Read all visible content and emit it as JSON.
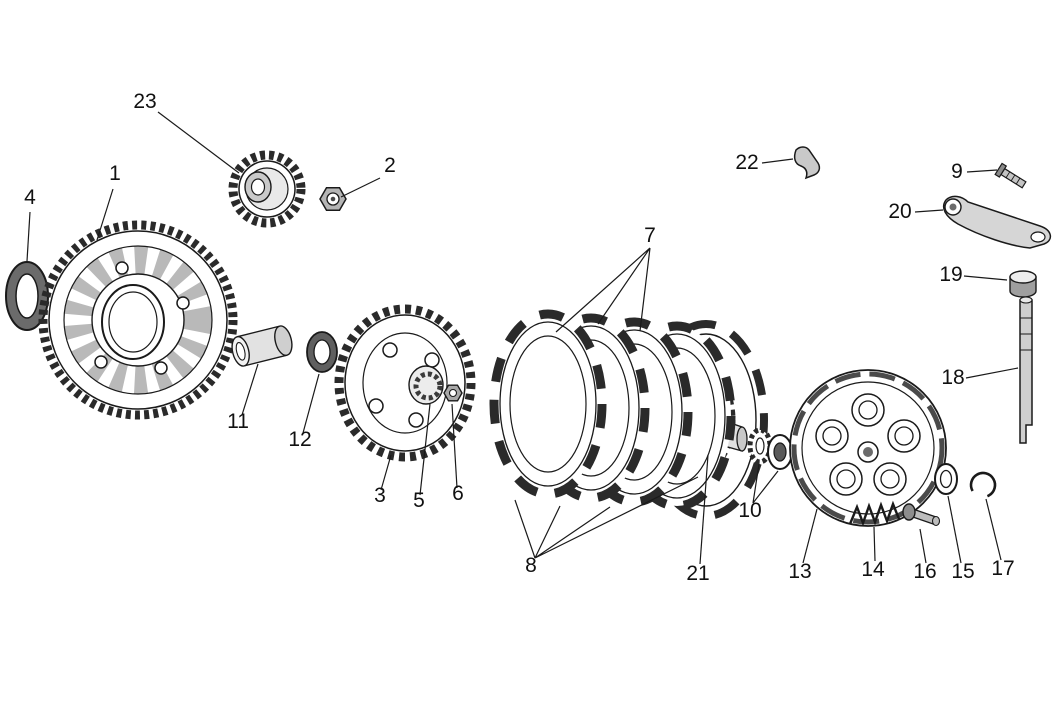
{
  "diagram": {
    "kind": "exploded-parts-diagram",
    "subject": "clutch-assembly",
    "background_color": "#ffffff",
    "line_color": "#1a1a1a",
    "parts": [
      {
        "number": "1",
        "name": "clutch-basket-gear"
      },
      {
        "number": "2",
        "name": "hex-nut"
      },
      {
        "number": "3",
        "name": "clutch-drum"
      },
      {
        "number": "4",
        "name": "oil-seal"
      },
      {
        "number": "5",
        "name": "hub-spacer"
      },
      {
        "number": "6",
        "name": "hub-nut"
      },
      {
        "number": "7",
        "name": "friction-plates"
      },
      {
        "number": "8",
        "name": "steel-plates"
      },
      {
        "number": "9",
        "name": "screw"
      },
      {
        "number": "10",
        "name": "washer-pair"
      },
      {
        "number": "11",
        "name": "spacer-bushing"
      },
      {
        "number": "12",
        "name": "washer"
      },
      {
        "number": "13",
        "name": "clutch-cover-plate"
      },
      {
        "number": "14",
        "name": "spring"
      },
      {
        "number": "15",
        "name": "washer"
      },
      {
        "number": "16",
        "name": "bolt"
      },
      {
        "number": "17",
        "name": "circlip"
      },
      {
        "number": "18",
        "name": "control-rod"
      },
      {
        "number": "19",
        "name": "bushing"
      },
      {
        "number": "20",
        "name": "release-lever"
      },
      {
        "number": "21",
        "name": "pushrod-pin"
      },
      {
        "number": "22",
        "name": "retainer-clip"
      },
      {
        "number": "23",
        "name": "primary-gear"
      }
    ]
  }
}
